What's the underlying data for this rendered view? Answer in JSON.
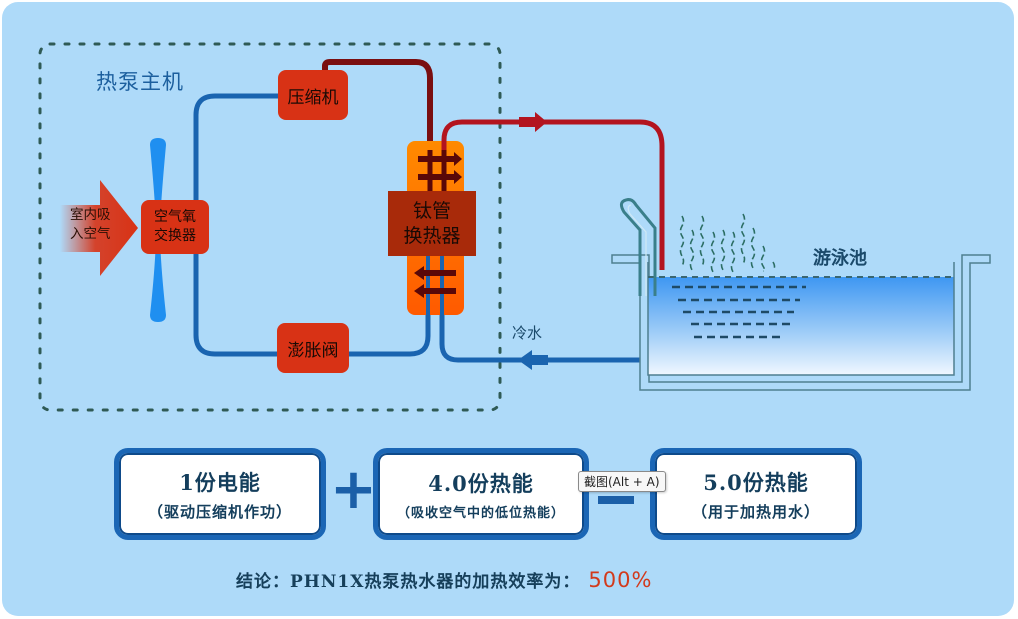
{
  "diagram": {
    "host_title": "热泵主机",
    "intake_label_line1": "室内吸",
    "intake_label_line2": "入空气",
    "air_exchanger_line1": "空气氧",
    "air_exchanger_line2": "交换器",
    "compressor": "压缩机",
    "expansion_valve": "澎胀阀",
    "titanium_exchanger_line1": "钛管",
    "titanium_exchanger_line2": "换热器",
    "pool_label": "游泳池",
    "cold_water_label": "冷水",
    "colors": {
      "background": "#aedaf9",
      "hot_pipe": "#b3141f",
      "cold_pipe": "#1a64b0",
      "component_red": "#d83215",
      "exchanger_orange": "#ff7a00",
      "water": "#4da3f5"
    }
  },
  "equation": {
    "card1_main": "1份电能",
    "card1_sub": "（驱动压缩机作功）",
    "plus": "+",
    "card2_main": "4.0份热能",
    "card2_sub": "（吸收空气中的低位热能）",
    "minus": "−",
    "card3_main": "5.0份热能",
    "card3_sub": "（用于加热用水）"
  },
  "conclusion": {
    "text": "结论：PHN1X热泵热水器的加热效率为：",
    "value": "500%"
  },
  "tooltip": {
    "text": "截图(Alt + A)"
  }
}
